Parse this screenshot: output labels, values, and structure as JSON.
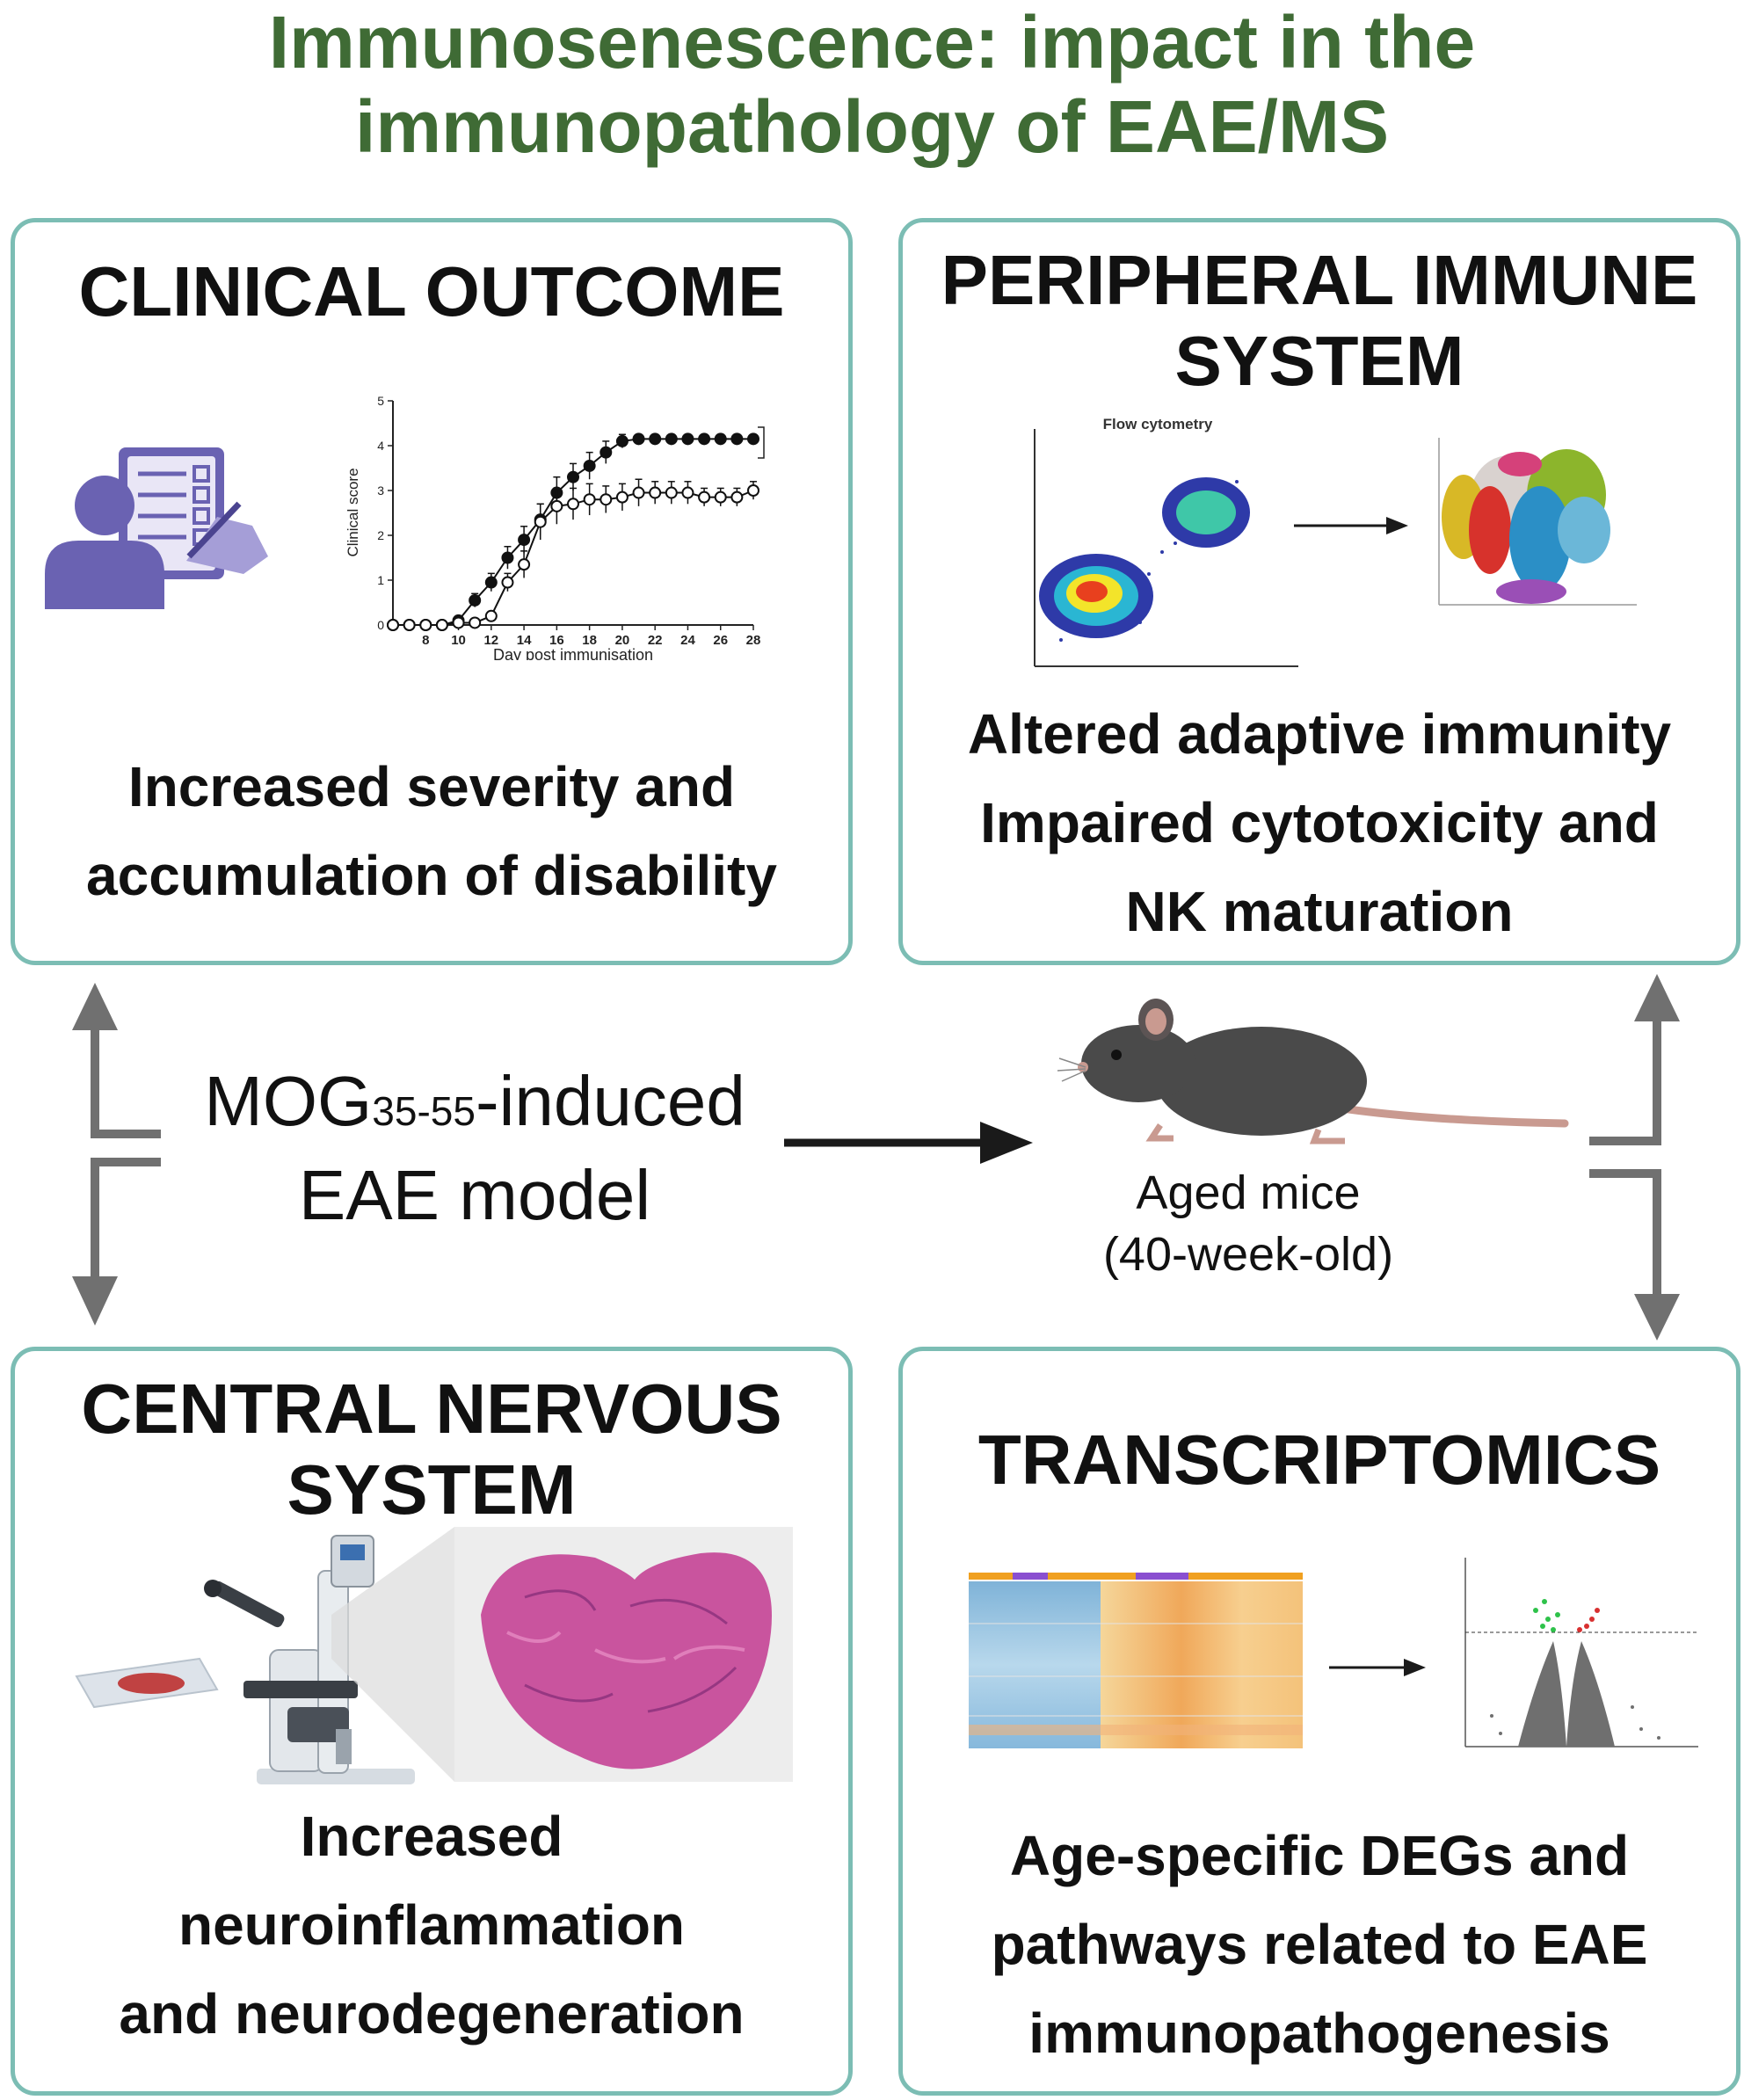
{
  "title": {
    "line1": "Immunosenescence: impact in the",
    "line2": "immunopathology of EAE/MS"
  },
  "clinical": {
    "heading": "CLINICAL OUTCOME",
    "conclusion1": "Increased severity and",
    "conclusion2": "accumulation of disability"
  },
  "peripheral": {
    "heading1": "PERIPHERAL IMMUNE",
    "heading2": "SYSTEM",
    "flow_label": "Flow cytometry",
    "conclusion1": "Altered adaptive immunity",
    "conclusion2": "Impaired cytotoxicity and",
    "conclusion3": "NK maturation"
  },
  "cns": {
    "heading1": "CENTRAL NERVOUS",
    "heading2": "SYSTEM",
    "conclusion1": "Increased",
    "conclusion2": "neuroinflammation",
    "conclusion3": "and neurodegeneration"
  },
  "transcriptomics": {
    "heading": "TRANSCRIPTOMICS",
    "conclusion1": "Age-specific DEGs and",
    "conclusion2": "pathways related to EAE",
    "conclusion3": "immunopathogenesis"
  },
  "model": {
    "line1_main": "MOG",
    "line1_sub": "35-55",
    "line1_end": "-induced",
    "line2": "EAE model"
  },
  "mice": {
    "line1": "Aged mice",
    "line2": "(40-week-old)"
  },
  "chart_data": {
    "type": "line",
    "xlabel": "Day post immunisation",
    "ylabel": "Clinical score",
    "xlim": [
      6,
      28
    ],
    "ylim": [
      0,
      5
    ],
    "x_ticks": [
      8,
      10,
      12,
      14,
      16,
      18,
      20,
      22,
      24,
      26,
      28
    ],
    "y_ticks": [
      0,
      1,
      2,
      3,
      4,
      5
    ],
    "significance": "* *",
    "series": [
      {
        "marker": "filled",
        "x": [
          6,
          7,
          8,
          9,
          10,
          11,
          12,
          13,
          14,
          15,
          16,
          17,
          18,
          19,
          20,
          21,
          22,
          23,
          24,
          25,
          26,
          27,
          28
        ],
        "values": [
          0,
          0,
          0,
          0,
          0.1,
          0.55,
          0.95,
          1.5,
          1.9,
          2.35,
          2.95,
          3.3,
          3.55,
          3.85,
          4.1,
          4.15,
          4.15,
          4.15,
          4.15,
          4.15,
          4.15,
          4.15,
          4.15
        ]
      },
      {
        "marker": "open",
        "x": [
          6,
          7,
          8,
          9,
          10,
          11,
          12,
          13,
          14,
          15,
          16,
          17,
          18,
          19,
          20,
          21,
          22,
          23,
          24,
          25,
          26,
          27,
          28
        ],
        "values": [
          0,
          0,
          0,
          0,
          0.05,
          0.05,
          0.2,
          0.95,
          1.35,
          2.3,
          2.65,
          2.7,
          2.8,
          2.8,
          2.85,
          2.95,
          2.95,
          2.95,
          2.95,
          2.85,
          2.85,
          2.85,
          3.0
        ]
      }
    ],
    "errors": [
      [
        0,
        0,
        0,
        0,
        0.05,
        0.15,
        0.2,
        0.25,
        0.3,
        0.35,
        0.35,
        0.3,
        0.3,
        0.25,
        0.15,
        0.1,
        0.1,
        0.1,
        0.1,
        0.1,
        0.1,
        0.1,
        0.1
      ],
      [
        0,
        0,
        0,
        0,
        0.05,
        0.05,
        0.1,
        0.2,
        0.3,
        0.4,
        0.4,
        0.35,
        0.35,
        0.3,
        0.3,
        0.3,
        0.25,
        0.25,
        0.25,
        0.2,
        0.2,
        0.2,
        0.2
      ]
    ]
  },
  "colors": {
    "title": "#3f6b35",
    "panel_border": "#7cbdb4",
    "arrow_gray": "#707070",
    "arrow_dark": "#1a1a1a",
    "mouse": "#4a4a4a",
    "tail": "#c99a90",
    "person": "#6a62b2",
    "tissue": "#c9549e"
  }
}
